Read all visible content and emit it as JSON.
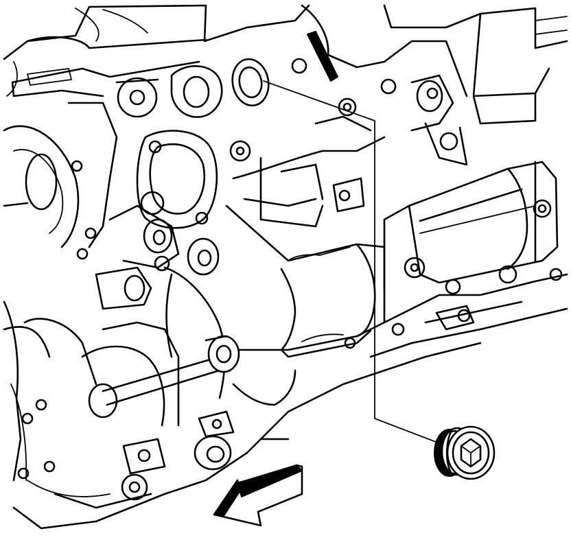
{
  "diagram": {
    "style": "black line art on white",
    "colors": {
      "line": "#000000",
      "background": "#ffffff"
    },
    "components": {
      "engine_block": "engine-block-illustration",
      "plug": "hex-socket-plug-icon",
      "leader": "leader-line",
      "arrow": "direction-arrow-icon"
    }
  }
}
